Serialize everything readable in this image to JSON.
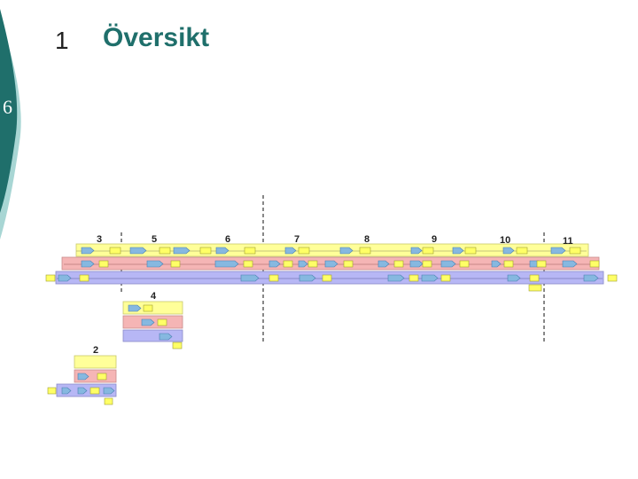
{
  "slide": {
    "number": "1",
    "title": "Översikt",
    "side_number": "6"
  },
  "theme": {
    "accent": "#1f6f6b",
    "accent_light": "#a8d6d4"
  },
  "diagram": {
    "lanes": {
      "yellow": "#ffff99",
      "pink": "#f5b5b5",
      "blue": "#b7b7f5"
    },
    "shapes": {
      "blue_arrow": "#86b8e0",
      "yellow_box": "#ffff66"
    },
    "labels": [
      "3",
      "5",
      "6",
      "7",
      "8",
      "9",
      "10",
      "11",
      "4",
      "2"
    ]
  }
}
